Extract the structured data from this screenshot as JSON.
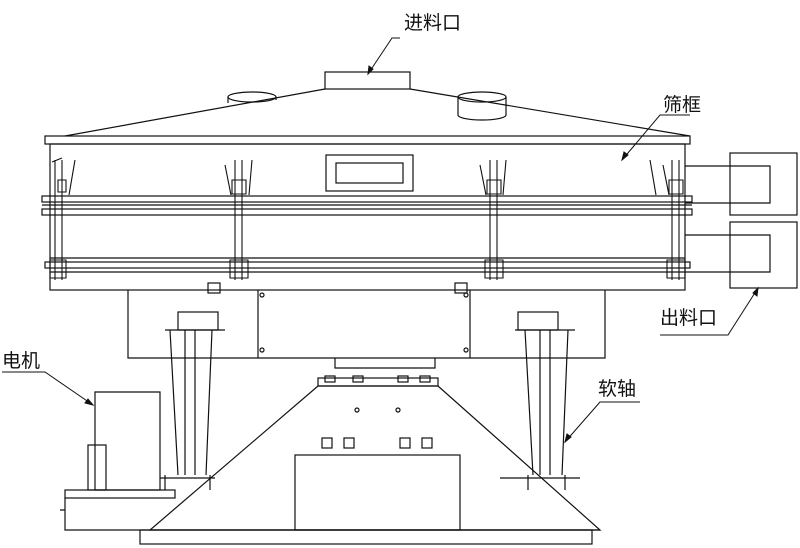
{
  "labels": {
    "inlet": "进料口",
    "screen_frame": "筛框",
    "outlet": "出料口",
    "motor": "电机",
    "flexible_shaft": "软轴"
  },
  "colors": {
    "line": "#111111",
    "background": "#ffffff"
  }
}
